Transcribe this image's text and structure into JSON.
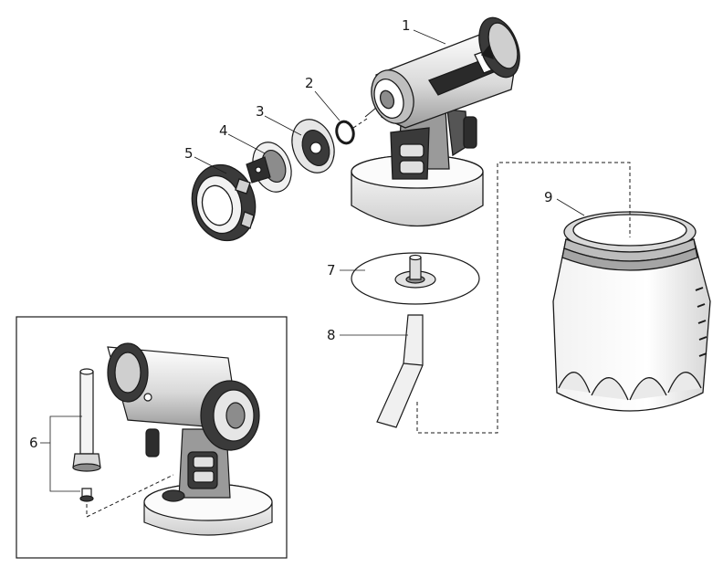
{
  "figure": {
    "type": "exploded parts diagram",
    "callouts": [
      {
        "id": "c1",
        "label": "1"
      },
      {
        "id": "c2",
        "label": "2"
      },
      {
        "id": "c3",
        "label": "3"
      },
      {
        "id": "c4",
        "label": "4"
      },
      {
        "id": "c5",
        "label": "5"
      },
      {
        "id": "c6",
        "label": "6"
      },
      {
        "id": "c7",
        "label": "7"
      },
      {
        "id": "c8",
        "label": "8"
      },
      {
        "id": "c9",
        "label": "9"
      }
    ],
    "colors": {
      "line": "#1a1a1a",
      "dark_fill": "#3a3a3a",
      "mid_fill": "#8c8c8c",
      "light_fill": "#e6e6e6",
      "white": "#ffffff"
    }
  }
}
